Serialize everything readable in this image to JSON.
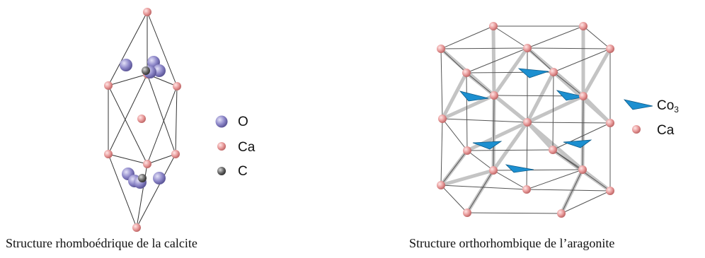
{
  "figures": [
    {
      "caption": "Structure rhomboédrique de la calcite",
      "legend": [
        {
          "label": "O",
          "color": "#8e88c9"
        },
        {
          "label": "Ca",
          "color": "#e89a9a"
        },
        {
          "label": "C",
          "color": "#666666"
        }
      ]
    },
    {
      "caption": "Structure orthorhombique de l’aragonite",
      "legend": [
        {
          "label": "Co",
          "sub": "3",
          "color": "#1c8fd0",
          "icon": "triangle"
        },
        {
          "label": "Ca",
          "color": "#e89a9a"
        }
      ]
    }
  ],
  "colors": {
    "oxygen": "#8e88c9",
    "calcium": "#e89a9a",
    "carbon": "#666666",
    "carbonate": "#1c8fd0",
    "frame": "#333333",
    "bond": "#c8c8c8"
  }
}
